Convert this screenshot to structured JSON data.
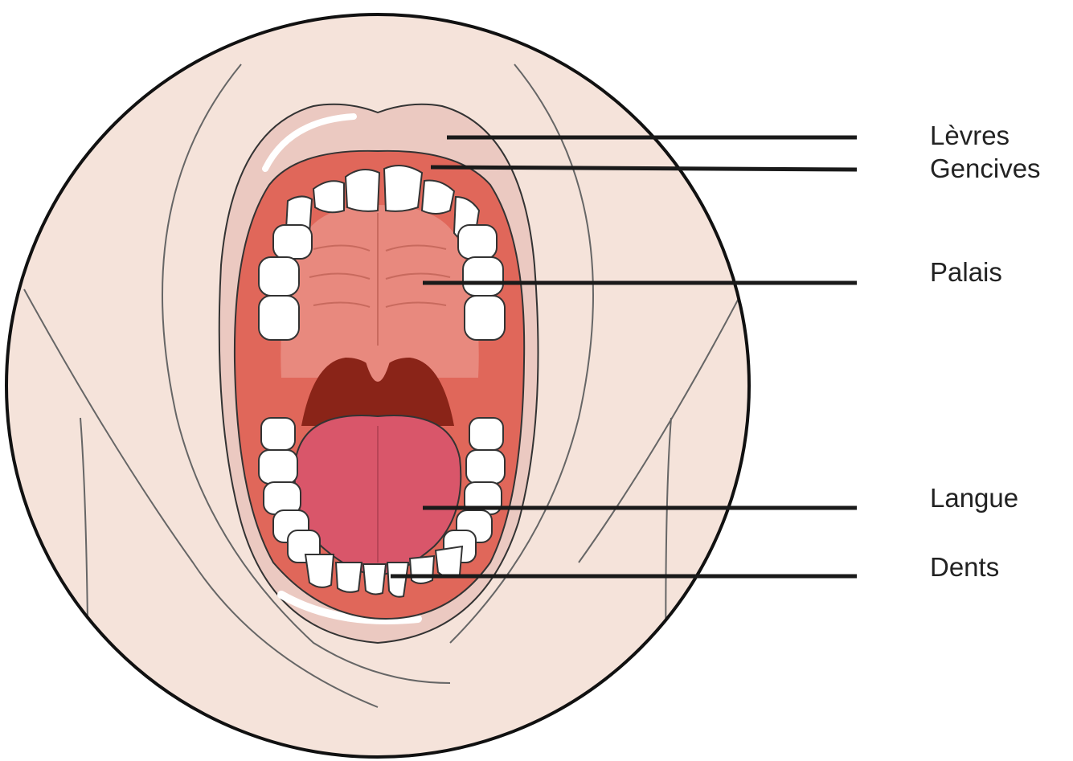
{
  "labels": [
    {
      "id": "levres",
      "text": "Lèvres"
    },
    {
      "id": "gencives",
      "text": "Gencives"
    },
    {
      "id": "palais",
      "text": "Palais"
    },
    {
      "id": "langue",
      "text": "Langue"
    },
    {
      "id": "dents",
      "text": "Dents"
    }
  ],
  "colors": {
    "skin": "#f5e3da",
    "lip": "#ebc9c1",
    "gum": "#e0675a",
    "palate": "#e8897e",
    "throat": "#8a2418",
    "tongue": "#d9566a",
    "tooth": "#ffffff",
    "outline": "#111111",
    "leader": "#1a1a1a"
  }
}
